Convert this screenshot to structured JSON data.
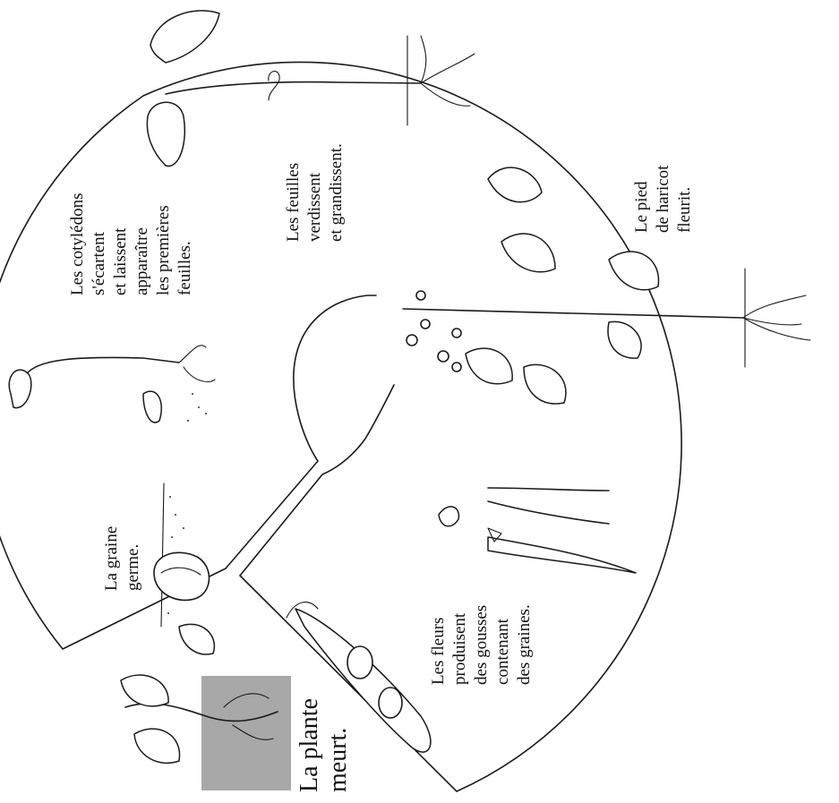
{
  "diagram": {
    "stages": [
      {
        "id": "germination",
        "lines": [
          "La graine",
          "germe."
        ]
      },
      {
        "id": "first-leaves",
        "lines": [
          "Les cotylédons",
          "s'écartent",
          "et laissent",
          "apparaître",
          "les premières",
          "feuilles."
        ]
      },
      {
        "id": "leaves-grow",
        "lines": [
          "Les feuilles",
          "verdissent",
          "et grandissent."
        ]
      },
      {
        "id": "flowering",
        "lines": [
          "Le pied",
          "de haricot",
          "fleurit."
        ]
      },
      {
        "id": "pods",
        "lines": [
          "Les fleurs",
          "produisent",
          "des gousses",
          "contenant",
          "des graines."
        ]
      },
      {
        "id": "death",
        "lines": [
          "La plante",
          "meurt."
        ]
      }
    ]
  }
}
